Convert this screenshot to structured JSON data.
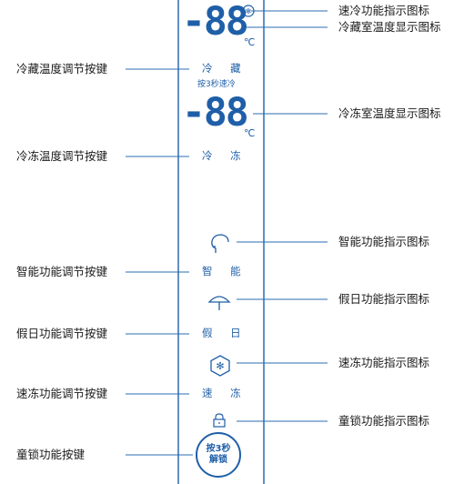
{
  "panel": {
    "fridge_temp_digits": "-88",
    "freezer_temp_digits": "-88",
    "temp_unit": "℃",
    "fridge_key_label": "冷 藏",
    "fridge_key_hint": "按3秒速冷",
    "freezer_key_label": "冷 冻",
    "smart_key_label": "智 能",
    "holiday_key_label": "假 日",
    "quick_freeze_key_label": "速 冻",
    "lock_button_line1": "按3秒",
    "lock_button_line2": "解锁"
  },
  "right_labels": {
    "quick_cool_indicator": "速冷功能指示图标",
    "fridge_temp_display": "冷藏室温度显示图标",
    "freezer_temp_display": "冷冻室温度显示图标",
    "smart_indicator": "智能功能指示图标",
    "holiday_indicator": "假日功能指示图标",
    "quick_freeze_indicator": "速冻功能指示图标",
    "child_lock_indicator": "童锁功能指示图标"
  },
  "left_labels": {
    "fridge_temp_key": "冷藏温度调节按键",
    "freezer_temp_key": "冷冻温度调节按键",
    "smart_key": "智能功能调节按键",
    "holiday_key": "假日功能调节按键",
    "quick_freeze_key": "速冻功能调节按键",
    "child_lock_key": "童锁功能按键"
  },
  "colors": {
    "accent": "#1f5fa8",
    "line": "#2b6cb0"
  }
}
